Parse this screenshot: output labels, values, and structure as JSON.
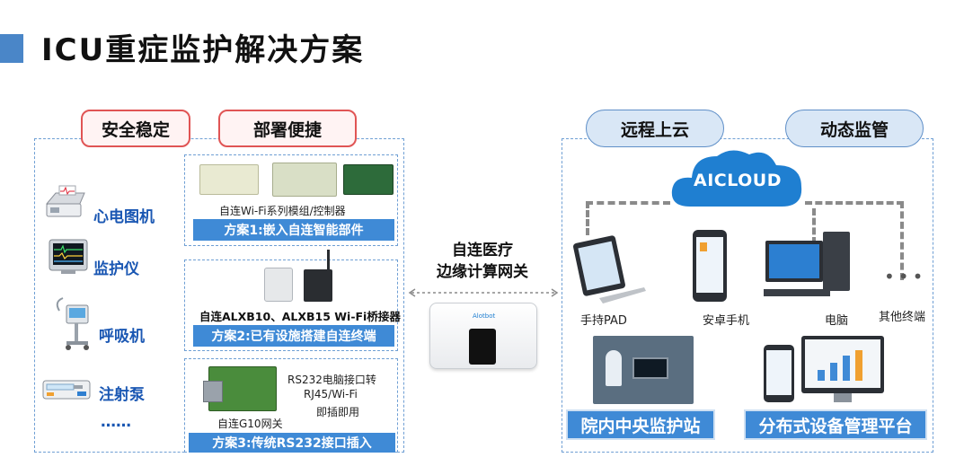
{
  "title": "ICU重症监护解决方案",
  "left_headers": {
    "stable": "安全稳定",
    "deploy": "部署便捷"
  },
  "right_headers": {
    "cloud": "远程上云",
    "manage": "动态监管"
  },
  "devices": [
    {
      "label": "心电图机",
      "icon": "ecg-machine-icon"
    },
    {
      "label": "监护仪",
      "icon": "patient-monitor-icon"
    },
    {
      "label": "呼吸机",
      "icon": "ventilator-icon"
    },
    {
      "label": "注射泵",
      "icon": "syringe-pump-icon"
    },
    {
      "label": "……",
      "icon": ""
    }
  ],
  "solutions": [
    {
      "caption": "自连Wi-Fi系列模组/控制器",
      "banner": "方案1:嵌入自连智能部件"
    },
    {
      "caption": "自连ALXB10、ALXB15 Wi-Fi桥接器",
      "banner": "方案2:已有设施搭建自连终端"
    },
    {
      "caption_left": "自连G10网关",
      "caption_right_1": "RS232电脑接口转",
      "caption_right_2": "RJ45/Wi-Fi",
      "caption_right_3": "即插即用",
      "banner": "方案3:传统RS232接口插入"
    }
  ],
  "gateway": {
    "line1": "自连医疗",
    "line2": "边缘计算网关",
    "brand": "Alotbot"
  },
  "cloud": {
    "label": "AICLOUD",
    "color": "#1f7fd1"
  },
  "terminals": [
    {
      "label": "手持PAD",
      "icon": "tablet-icon"
    },
    {
      "label": "安卓手机",
      "icon": "android-phone-icon"
    },
    {
      "label": "电脑",
      "icon": "desktop-computer-icon"
    },
    {
      "label": "其他终端",
      "icon": "more-icon",
      "glyph": "•••"
    }
  ],
  "platforms": {
    "station": "院内中央监护站",
    "management": "分布式设备管理平台"
  },
  "colors": {
    "accent": "#3f8ad6",
    "title_bar": "#4a86c8",
    "label_blue": "#1a57b3",
    "pill_red": "#e05454"
  }
}
